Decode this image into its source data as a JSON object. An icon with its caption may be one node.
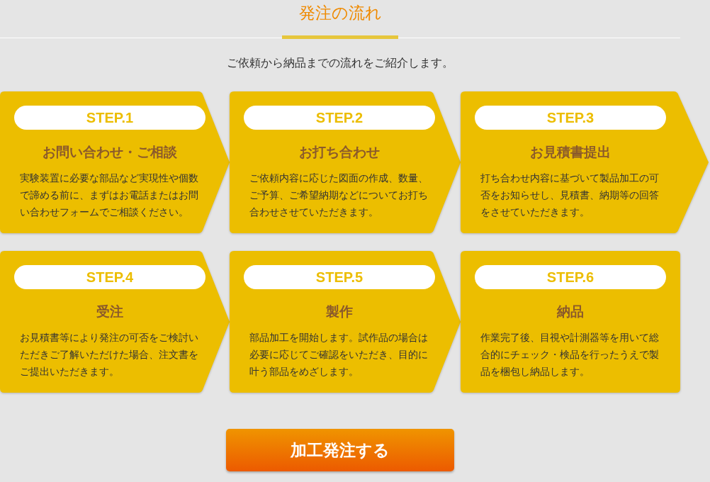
{
  "diagram": {
    "title": "発注の流れ",
    "nodes": [
      {
        "text": [
          "STEP.1",
          "お問い合わせ・ご相談",
          "実験装置に必要な部品など実現性や個数で諦める前に、まずはお電話またはお問い合わせフォームでご相談ください。"
        ]
      },
      {
        "text": [
          "STEP.2",
          "お打ち合わせ",
          "ご依頼内容に応じた図面の作成、数量、ご予算、ご希望納期などについてお打ち合わせさせていただきます。"
        ]
      },
      {
        "text": [
          "STEP.3",
          "お見積書提出",
          "打ち合わせ内容に基づいて製品加工の可否をお知らせし、見積書、納期等の回答をさせていただきます。"
        ]
      },
      {
        "text": [
          "STEP.4",
          "受注",
          "お見積書等により発注の可否をご検討いただきご了解いただけた場合、注文書をご提出いただきます。"
        ]
      },
      {
        "text": [
          "STEP.5",
          "製作",
          "部品加工を開始します。試作品の場合は必要に応じてご確認をいただき、目的に叶う部品をめざします。"
        ]
      },
      {
        "text": [
          "STEP.6",
          "納品",
          "作業完了後、目視や計測器等を用いて総合的にチェック・検品を行ったうえで製品を梱包し納品します。"
        ]
      },
      {
        "text": [
          "加工発注する"
        ]
      }
    ],
    "labels": [
      "ご依頼から納品までの流れをご紹介します。"
    ]
  }
}
